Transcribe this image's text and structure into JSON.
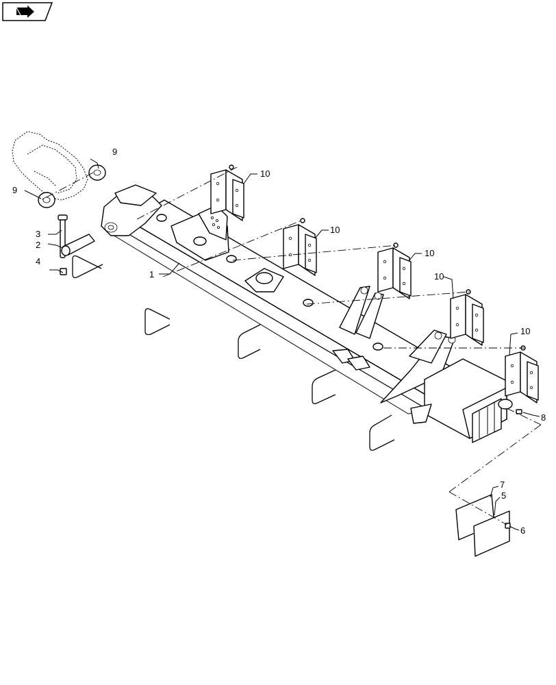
{
  "nav_icon": {
    "name": "navigation-arrow-icon",
    "border_color": "#000000"
  },
  "callouts": {
    "c1": "1",
    "c2": "2",
    "c3": "3",
    "c4": "4",
    "c5": "5",
    "c6": "6",
    "c7": "7",
    "c8": "8",
    "c9a": "9",
    "c9b": "9",
    "c10a": "10",
    "c10b": "10",
    "c10c": "10",
    "c10d": "10",
    "c10e": "10"
  }
}
